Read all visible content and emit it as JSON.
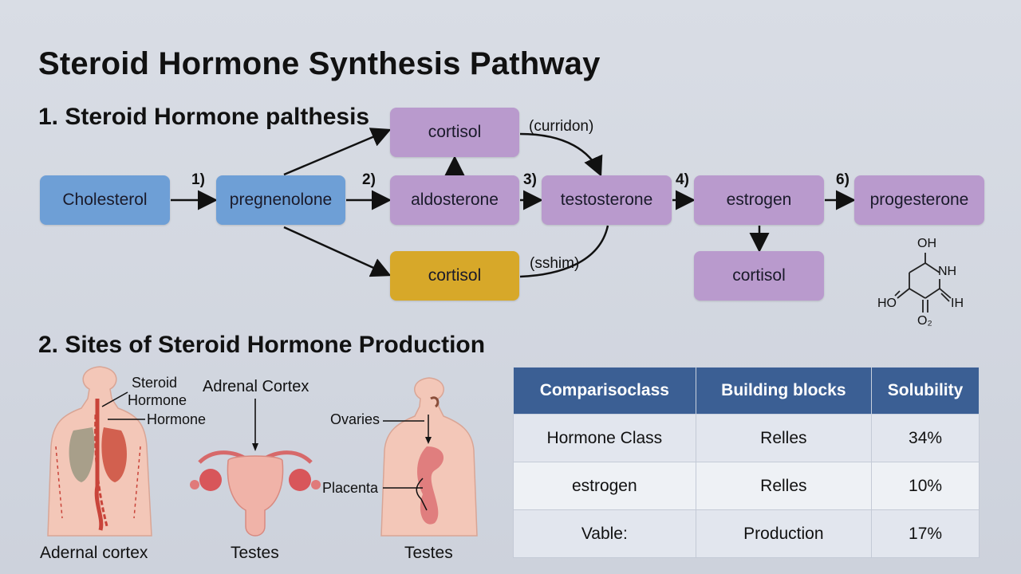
{
  "title": "Steroid Hormone Synthesis Pathway",
  "section1": "1. Steroid Hormone palthesis",
  "section2": "2. Sites of Steroid Hormone Production",
  "nodes": {
    "cholesterol": "Cholesterol",
    "pregnenolone": "pregnenolone",
    "cortisol_top": "cortisol",
    "aldosterone": "aldosterone",
    "testosterone": "testosterone",
    "estrogen": "estrogen",
    "progesterone": "progesterone",
    "cortisol_gold": "cortisol",
    "cortisol_bottom": "cortisol"
  },
  "steps": [
    "1)",
    "2)",
    "3)",
    "4)",
    "6)"
  ],
  "annotations": {
    "curridon": "(curridon)",
    "sshim": "(sshim)"
  },
  "molecule": {
    "oh_top": "OH",
    "nh": "NH",
    "ho": "HO",
    "ih": "IH",
    "o2": "O₂"
  },
  "anatomy": {
    "steroid_hormone": [
      "Steroid",
      "Hormone"
    ],
    "hormone": "Hormone",
    "adrenal_cortex": "Adrenal Cortex",
    "ovaries": "Ovaries",
    "placenta": "Placenta"
  },
  "captions": [
    "Adernal cortex",
    "Testes",
    "Testes"
  ],
  "table": {
    "headers": [
      "Comparisoclass",
      "Building blocks",
      "Solubility"
    ],
    "rows": [
      [
        "Hormone Class",
        "Relles",
        "34%"
      ],
      [
        "estrogen",
        "Relles",
        "10%"
      ],
      [
        "Vable:",
        "Production",
        "17%"
      ]
    ]
  },
  "colors": {
    "blue_node": "#6e9fd6",
    "purple_node": "#b99acd",
    "gold_node": "#d7a829",
    "table_header": "#3b5f94"
  }
}
